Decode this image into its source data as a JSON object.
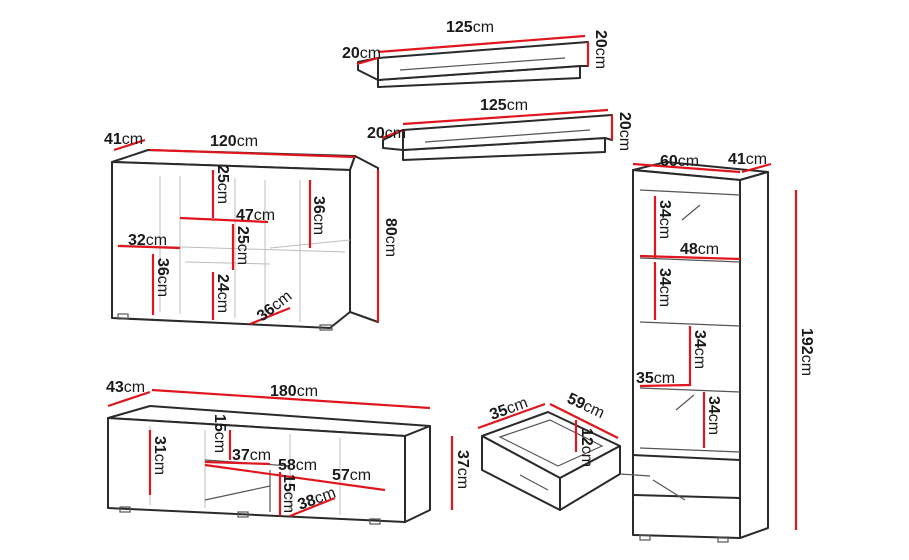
{
  "labels": {
    "shelf1_width": {
      "num": "125",
      "unit": "cm"
    },
    "shelf1_depth": {
      "num": "20",
      "unit": "cm"
    },
    "shelf1_height": {
      "num": "20",
      "unit": "cm"
    },
    "shelf2_width": {
      "num": "125",
      "unit": "cm"
    },
    "shelf2_depth": {
      "num": "20",
      "unit": "cm"
    },
    "shelf2_height": {
      "num": "20",
      "unit": "cm"
    },
    "dresser_depth": {
      "num": "41",
      "unit": "cm"
    },
    "dresser_width": {
      "num": "120",
      "unit": "cm"
    },
    "dresser_height": {
      "num": "80",
      "unit": "cm"
    },
    "dresser_c1": {
      "num": "25",
      "unit": "cm"
    },
    "dresser_c2": {
      "num": "47",
      "unit": "cm"
    },
    "dresser_c3": {
      "num": "36",
      "unit": "cm"
    },
    "dresser_c4": {
      "num": "32",
      "unit": "cm"
    },
    "dresser_c5": {
      "num": "25",
      "unit": "cm"
    },
    "dresser_c6": {
      "num": "36",
      "unit": "cm"
    },
    "dresser_c7": {
      "num": "24",
      "unit": "cm"
    },
    "dresser_c8": {
      "num": "36",
      "unit": "cm"
    },
    "cabinet_width": {
      "num": "60",
      "unit": "cm"
    },
    "cabinet_depth": {
      "num": "41",
      "unit": "cm"
    },
    "cabinet_height": {
      "num": "192",
      "unit": "cm"
    },
    "cabinet_s1": {
      "num": "34",
      "unit": "cm"
    },
    "cabinet_s2": {
      "num": "48",
      "unit": "cm"
    },
    "cabinet_s3": {
      "num": "34",
      "unit": "cm"
    },
    "cabinet_s4": {
      "num": "34",
      "unit": "cm"
    },
    "cabinet_s5": {
      "num": "35",
      "unit": "cm"
    },
    "cabinet_s6": {
      "num": "34",
      "unit": "cm"
    },
    "tv_depth": {
      "num": "43",
      "unit": "cm"
    },
    "tv_width": {
      "num": "180",
      "unit": "cm"
    },
    "tv_height": {
      "num": "37",
      "unit": "cm"
    },
    "tv_c1": {
      "num": "31",
      "unit": "cm"
    },
    "tv_c2": {
      "num": "15",
      "unit": "cm"
    },
    "tv_c3": {
      "num": "37",
      "unit": "cm"
    },
    "tv_c4": {
      "num": "58",
      "unit": "cm"
    },
    "tv_c5": {
      "num": "57",
      "unit": "cm"
    },
    "tv_c6": {
      "num": "15",
      "unit": "cm"
    },
    "tv_c7": {
      "num": "38",
      "unit": "cm"
    },
    "drawer_width": {
      "num": "35",
      "unit": "cm"
    },
    "drawer_depth": {
      "num": "59",
      "unit": "cm"
    },
    "drawer_height": {
      "num": "12",
      "unit": "cm"
    }
  }
}
